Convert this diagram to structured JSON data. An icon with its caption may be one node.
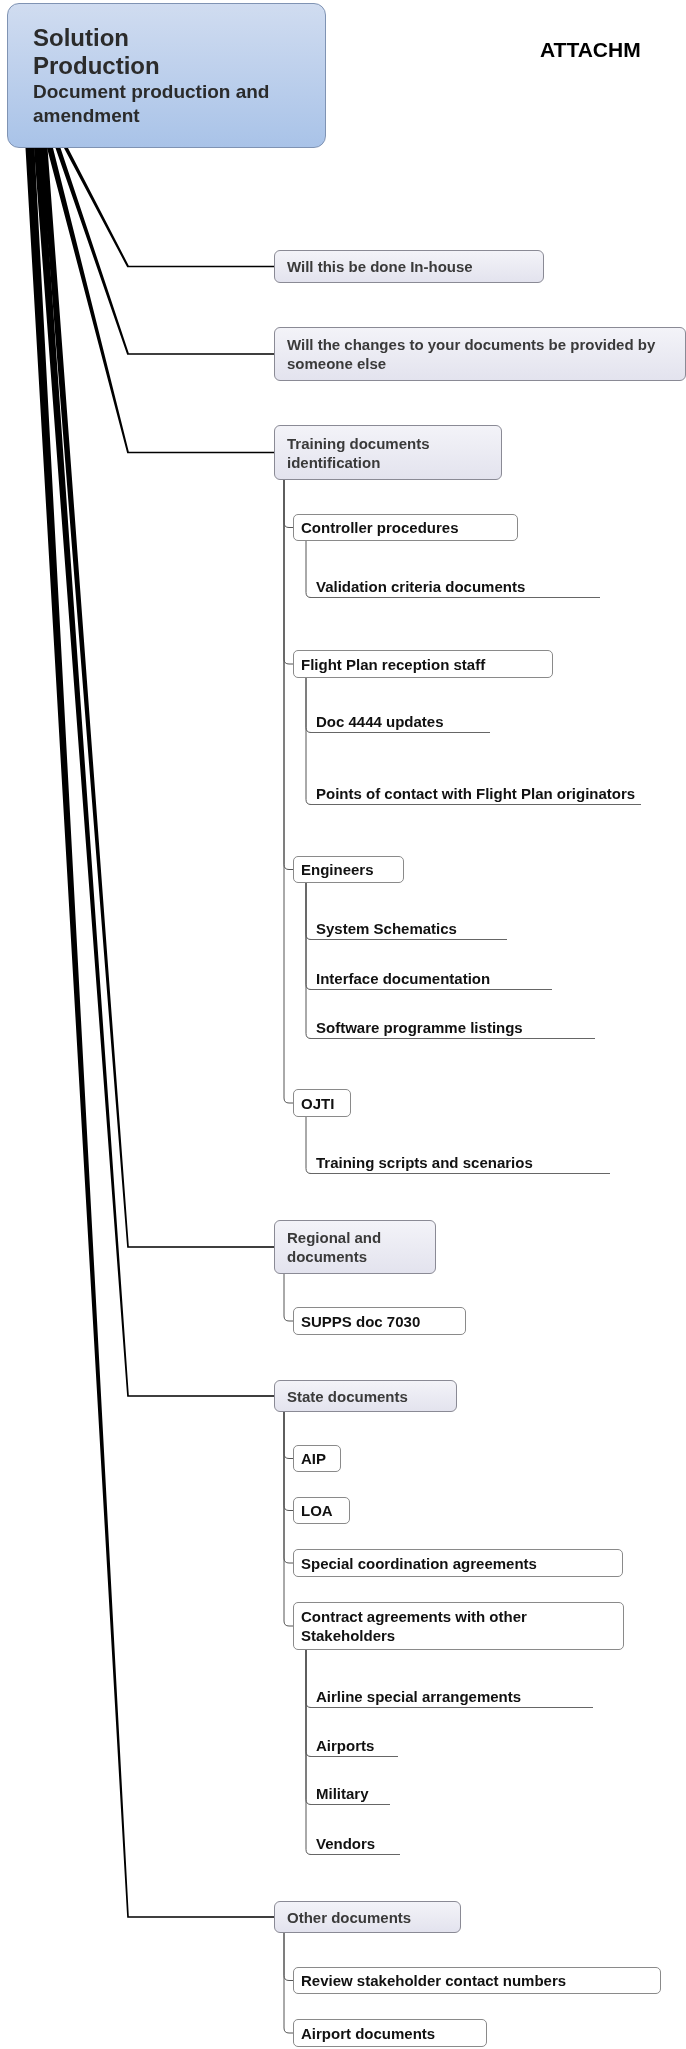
{
  "diagram": {
    "title": "ATTACHM",
    "nodes": [
      {
        "text": [
          "Solution Production",
          "Document production and amendment"
        ]
      },
      {
        "text": [
          "Will this be done In-house"
        ]
      },
      {
        "text": [
          "Will the changes to your documents be provided by someone else"
        ]
      },
      {
        "text": [
          "Training documents identification"
        ]
      },
      {
        "text": [
          "Controller procedures"
        ]
      },
      {
        "text": [
          "Validation criteria documents"
        ]
      },
      {
        "text": [
          "Flight Plan reception staff"
        ]
      },
      {
        "text": [
          "Doc 4444 updates"
        ]
      },
      {
        "text": [
          "Points of contact with Flight Plan originators"
        ]
      },
      {
        "text": [
          "Engineers"
        ]
      },
      {
        "text": [
          "System Schematics"
        ]
      },
      {
        "text": [
          "Interface documentation"
        ]
      },
      {
        "text": [
          "Software programme listings"
        ]
      },
      {
        "text": [
          "OJTI"
        ]
      },
      {
        "text": [
          "Training scripts and scenarios"
        ]
      },
      {
        "text": [
          "Regional and documents"
        ]
      },
      {
        "text": [
          "SUPPS doc 7030"
        ]
      },
      {
        "text": [
          "State documents"
        ]
      },
      {
        "text": [
          "AIP"
        ]
      },
      {
        "text": [
          "LOA"
        ]
      },
      {
        "text": [
          "Special coordination agreements"
        ]
      },
      {
        "text": [
          "Contract agreements with other Stakeholders"
        ]
      },
      {
        "text": [
          "Airline special arrangements"
        ]
      },
      {
        "text": [
          "Airports"
        ]
      },
      {
        "text": [
          "Military"
        ]
      },
      {
        "text": [
          "Vendors"
        ]
      },
      {
        "text": [
          "Other documents"
        ]
      },
      {
        "text": [
          "Review stakeholder contact numbers"
        ]
      },
      {
        "text": [
          "Airport documents"
        ]
      }
    ],
    "edges": [
      {
        "from": 0,
        "to": 1,
        "arrow": "none"
      },
      {
        "from": 0,
        "to": 2,
        "arrow": "none"
      },
      {
        "from": 0,
        "to": 3,
        "arrow": "none"
      },
      {
        "from": 3,
        "to": 4,
        "arrow": "none"
      },
      {
        "from": 4,
        "to": 5,
        "arrow": "none"
      },
      {
        "from": 3,
        "to": 6,
        "arrow": "none"
      },
      {
        "from": 6,
        "to": 7,
        "arrow": "none"
      },
      {
        "from": 6,
        "to": 8,
        "arrow": "none"
      },
      {
        "from": 3,
        "to": 9,
        "arrow": "none"
      },
      {
        "from": 9,
        "to": 10,
        "arrow": "none"
      },
      {
        "from": 9,
        "to": 11,
        "arrow": "none"
      },
      {
        "from": 9,
        "to": 12,
        "arrow": "none"
      },
      {
        "from": 3,
        "to": 13,
        "arrow": "none"
      },
      {
        "from": 13,
        "to": 14,
        "arrow": "none"
      },
      {
        "from": 0,
        "to": 15,
        "arrow": "none"
      },
      {
        "from": 15,
        "to": 16,
        "arrow": "none"
      },
      {
        "from": 0,
        "to": 17,
        "arrow": "none"
      },
      {
        "from": 17,
        "to": 18,
        "arrow": "none"
      },
      {
        "from": 17,
        "to": 19,
        "arrow": "none"
      },
      {
        "from": 17,
        "to": 20,
        "arrow": "none"
      },
      {
        "from": 17,
        "to": 21,
        "arrow": "none"
      },
      {
        "from": 21,
        "to": 22,
        "arrow": "none"
      },
      {
        "from": 21,
        "to": 23,
        "arrow": "none"
      },
      {
        "from": 21,
        "to": 24,
        "arrow": "none"
      },
      {
        "from": 21,
        "to": 25,
        "arrow": "none"
      },
      {
        "from": 0,
        "to": 26,
        "arrow": "none"
      },
      {
        "from": 26,
        "to": 27,
        "arrow": "none"
      },
      {
        "from": 26,
        "to": 28,
        "arrow": "none"
      }
    ]
  }
}
